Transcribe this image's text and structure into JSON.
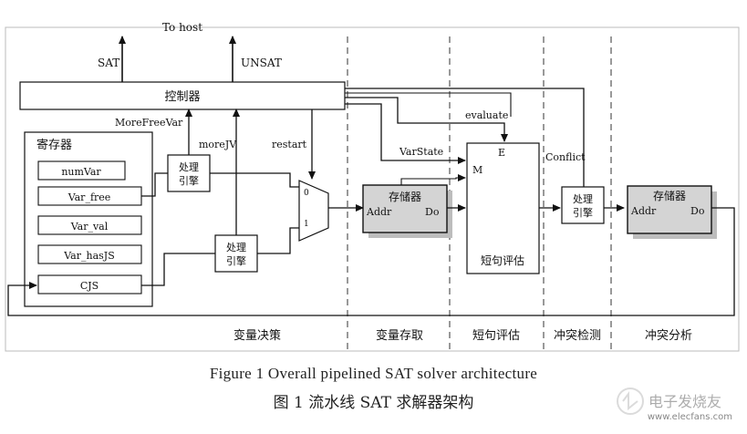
{
  "labels": {
    "to_host": "To host",
    "sat": "SAT",
    "unsat": "UNSAT",
    "controller": "控制器",
    "more_free_var": "MoreFreeVar",
    "more_jv": "moreJV",
    "restart": "restart",
    "evaluate": "evaluate",
    "var_state": "VarState",
    "conflict": "Conflict",
    "register_file": "寄存器",
    "registers": [
      "numVar",
      "Var_free",
      "Var_val",
      "Var_hasJS",
      "CJS"
    ],
    "process_engine": "处理\n引擎",
    "mux_in0": "0",
    "mux_in1": "1",
    "storage": "存储器",
    "addr": "Addr",
    "do": "Do",
    "clause_eval_block": "短句评估",
    "port_m": "M",
    "port_e": "E"
  },
  "stages": [
    "变量决策",
    "变量存取",
    "短句评估",
    "冲突检测",
    "冲突分析"
  ],
  "caption": {
    "en": "Figure 1    Overall pipelined SAT solver architecture",
    "cn": "图 1    流水线 SAT 求解器架构"
  },
  "watermark": "电子发烧友",
  "watermark_url": "www.elecfans.com"
}
